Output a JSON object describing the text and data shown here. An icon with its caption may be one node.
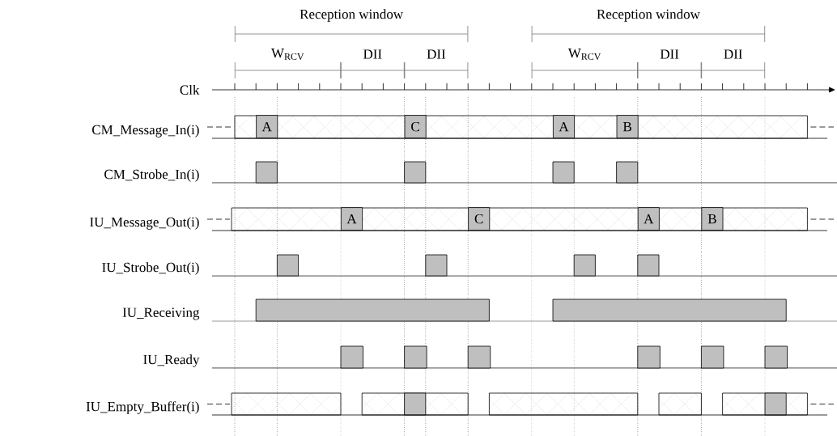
{
  "diagram": {
    "nodes": [
      {
        "text": [
          "A"
        ]
      },
      {
        "text": [
          "C"
        ]
      },
      {
        "text": [
          "A"
        ]
      },
      {
        "text": [
          "B"
        ]
      },
      {
        "text": [
          "A"
        ]
      },
      {
        "text": [
          "C"
        ]
      },
      {
        "text": [
          "A"
        ]
      },
      {
        "text": [
          "B"
        ]
      }
    ],
    "labels": [
      "Reception window",
      "Reception window",
      "W$_{RCV}$",
      "DII",
      "DII",
      "W$_{RCV}$",
      "DII",
      "DII",
      "Clk",
      "CM_Message_In(i)",
      "CM_Strobe_In(i)",
      "IU_Message_Out(i)",
      "IU_Strobe_Out(i)",
      "IU_Receiving",
      "IU_Ready",
      "IU_Empty_Buffer(i)"
    ]
  }
}
